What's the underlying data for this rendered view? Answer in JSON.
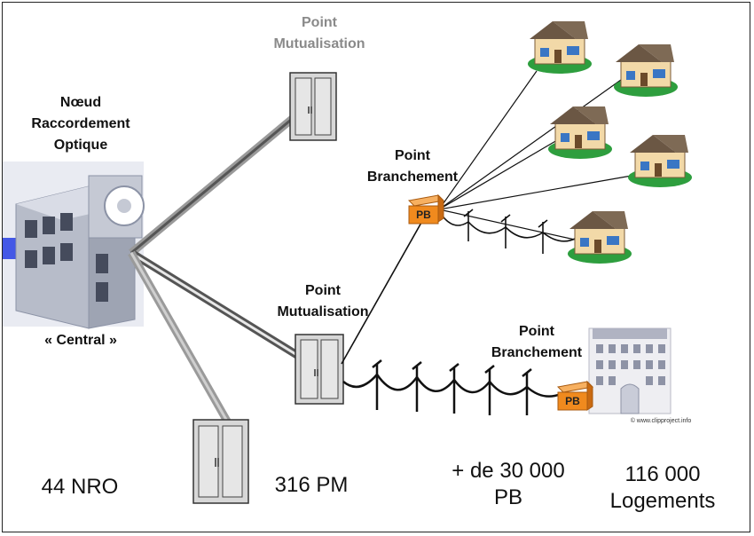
{
  "nro": {
    "title_lines": [
      "Nœud",
      "Raccordement",
      "Optique"
    ],
    "caption": "« Central »"
  },
  "pm_top": {
    "lines": [
      "Point",
      "Mutualisation"
    ]
  },
  "pm_mid": {
    "lines": [
      "Point",
      "Mutualisation"
    ]
  },
  "pb_top": {
    "lines": [
      "Point",
      "Branchement"
    ],
    "box_text": "PB"
  },
  "pb_bottom": {
    "lines": [
      "Point",
      "Branchement"
    ],
    "box_text": "PB"
  },
  "stats": {
    "nro": "44 NRO",
    "pm": "316 PM",
    "pb_lines": [
      "+ de 30 000",
      "PB"
    ],
    "logements_lines": [
      "116 000",
      "Logements"
    ]
  },
  "credit": "© www.clipproject.info",
  "colors": {
    "pb_orange": "#f08a1e",
    "grass": "#2e9e3e",
    "roof": "#6b5744",
    "house_wall": "#f2d9a8",
    "cabinet": "#d7d7d7"
  }
}
